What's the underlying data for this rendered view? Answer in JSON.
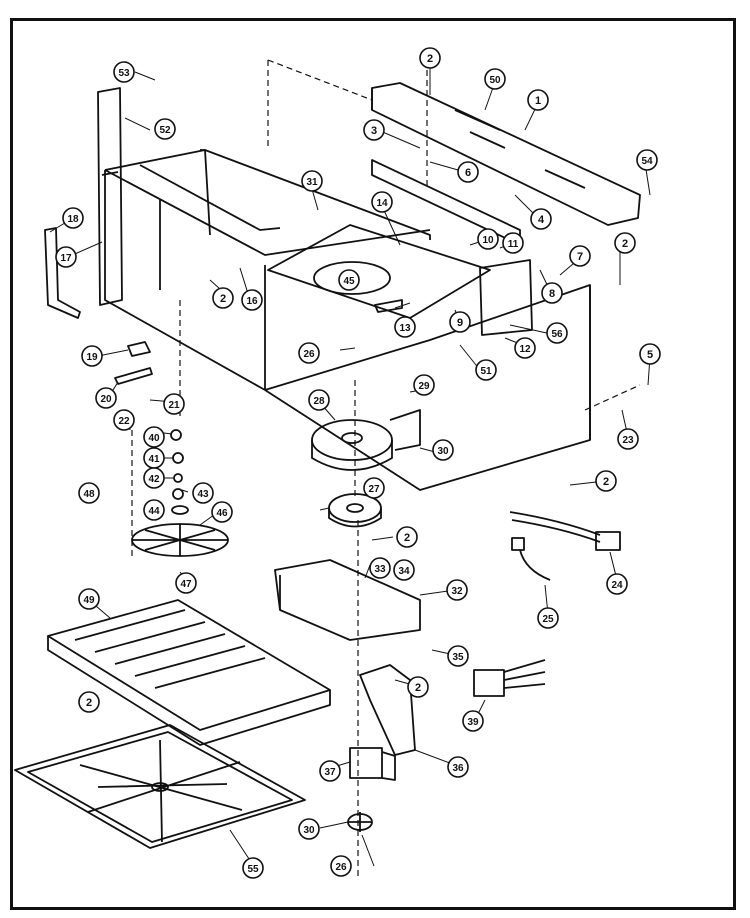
{
  "diagram": {
    "type": "exploded-parts-diagram",
    "line_color": "#111111",
    "background": "#ffffff",
    "callouts": [
      {
        "id": "c1",
        "label": "1"
      },
      {
        "id": "c2a",
        "label": "2"
      },
      {
        "id": "c2b",
        "label": "2"
      },
      {
        "id": "c2c",
        "label": "2"
      },
      {
        "id": "c2d",
        "label": "2"
      },
      {
        "id": "c2e",
        "label": "2"
      },
      {
        "id": "c2f",
        "label": "2"
      },
      {
        "id": "c2g",
        "label": "2"
      },
      {
        "id": "c3",
        "label": "3"
      },
      {
        "id": "c4",
        "label": "4"
      },
      {
        "id": "c5",
        "label": "5"
      },
      {
        "id": "c6",
        "label": "6"
      },
      {
        "id": "c7",
        "label": "7"
      },
      {
        "id": "c8",
        "label": "8"
      },
      {
        "id": "c9",
        "label": "9"
      },
      {
        "id": "c10",
        "label": "10"
      },
      {
        "id": "c11",
        "label": "11"
      },
      {
        "id": "c12",
        "label": "12"
      },
      {
        "id": "c13",
        "label": "13"
      },
      {
        "id": "c14",
        "label": "14"
      },
      {
        "id": "c16",
        "label": "16"
      },
      {
        "id": "c17",
        "label": "17"
      },
      {
        "id": "c18",
        "label": "18"
      },
      {
        "id": "c19",
        "label": "19"
      },
      {
        "id": "c20",
        "label": "20"
      },
      {
        "id": "c21",
        "label": "21"
      },
      {
        "id": "c22",
        "label": "22"
      },
      {
        "id": "c23",
        "label": "23"
      },
      {
        "id": "c24",
        "label": "24"
      },
      {
        "id": "c25",
        "label": "25"
      },
      {
        "id": "c26a",
        "label": "26"
      },
      {
        "id": "c26b",
        "label": "26"
      },
      {
        "id": "c27",
        "label": "27"
      },
      {
        "id": "c28",
        "label": "28"
      },
      {
        "id": "c29",
        "label": "29"
      },
      {
        "id": "c30a",
        "label": "30"
      },
      {
        "id": "c30b",
        "label": "30"
      },
      {
        "id": "c31",
        "label": "31"
      },
      {
        "id": "c32",
        "label": "32"
      },
      {
        "id": "c33",
        "label": "33"
      },
      {
        "id": "c34",
        "label": "34"
      },
      {
        "id": "c35",
        "label": "35"
      },
      {
        "id": "c36",
        "label": "36"
      },
      {
        "id": "c37",
        "label": "37"
      },
      {
        "id": "c39",
        "label": "39"
      },
      {
        "id": "c40",
        "label": "40"
      },
      {
        "id": "c41",
        "label": "41"
      },
      {
        "id": "c42",
        "label": "42"
      },
      {
        "id": "c43",
        "label": "43"
      },
      {
        "id": "c44",
        "label": "44"
      },
      {
        "id": "c45",
        "label": "45"
      },
      {
        "id": "c46",
        "label": "46"
      },
      {
        "id": "c47",
        "label": "47"
      },
      {
        "id": "c48",
        "label": "48"
      },
      {
        "id": "c49",
        "label": "49"
      },
      {
        "id": "c50",
        "label": "50"
      },
      {
        "id": "c51",
        "label": "51"
      },
      {
        "id": "c52",
        "label": "52"
      },
      {
        "id": "c53",
        "label": "53"
      },
      {
        "id": "c54",
        "label": "54"
      },
      {
        "id": "c55",
        "label": "55"
      },
      {
        "id": "c56",
        "label": "56"
      }
    ]
  }
}
